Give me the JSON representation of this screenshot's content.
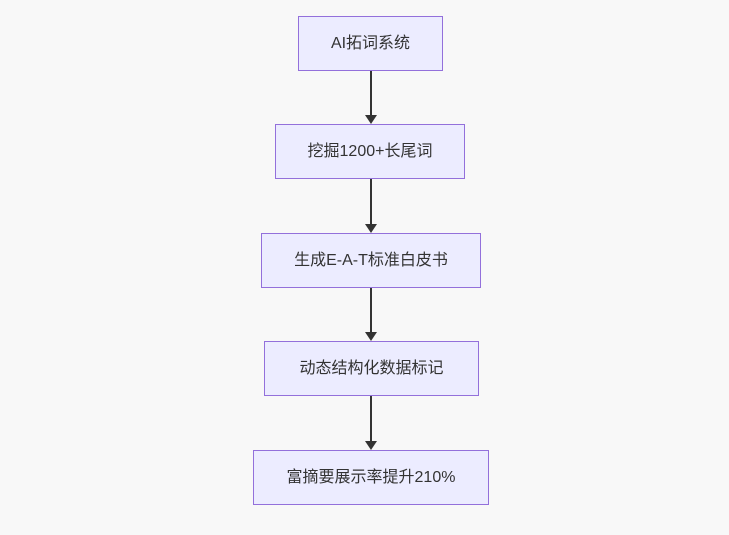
{
  "diagram": {
    "type": "flowchart",
    "direction": "top-down",
    "colors": {
      "background": "#f8f8f8",
      "node_fill": "#ECECFF",
      "node_border": "#9370DB",
      "text": "#333333",
      "arrow": "#333333"
    },
    "nodes": [
      {
        "label": "AI拓词系统"
      },
      {
        "label": "挖掘1200+长尾词"
      },
      {
        "label": "生成E-A-T标准白皮书"
      },
      {
        "label": "动态结构化数据标记"
      },
      {
        "label": "富摘要展示率提升210%"
      }
    ],
    "edges": [
      {
        "from": 0,
        "to": 1
      },
      {
        "from": 1,
        "to": 2
      },
      {
        "from": 2,
        "to": 3
      },
      {
        "from": 3,
        "to": 4
      }
    ]
  }
}
